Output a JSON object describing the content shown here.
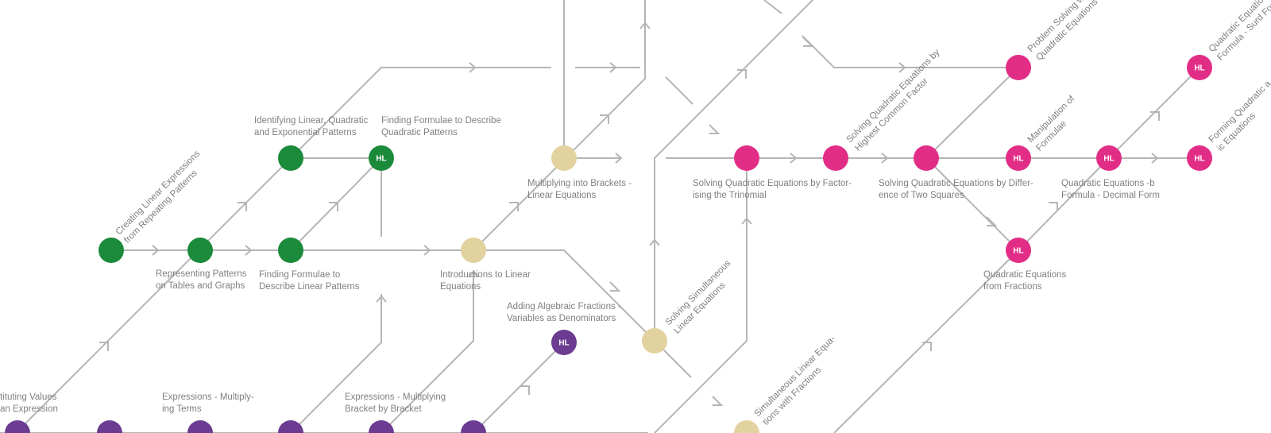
{
  "colors": {
    "green": "#1b8a3a",
    "purple": "#6b3c92",
    "tan": "#e2d29f",
    "pink": "#e22d87",
    "line": "#b5b5b5",
    "label": "#808080"
  },
  "badge_text": "HL",
  "nodes": [
    {
      "id": "g1",
      "color": "green",
      "hl": false
    },
    {
      "id": "g2",
      "color": "green",
      "hl": false
    },
    {
      "id": "g3",
      "color": "green",
      "hl": false
    },
    {
      "id": "g4",
      "color": "green",
      "hl": false
    },
    {
      "id": "g5",
      "color": "green",
      "hl": true
    },
    {
      "id": "t1",
      "color": "tan",
      "hl": false
    },
    {
      "id": "t2",
      "color": "tan",
      "hl": false
    },
    {
      "id": "t3",
      "color": "tan",
      "hl": false
    },
    {
      "id": "t4",
      "color": "tan",
      "hl": false
    },
    {
      "id": "p1",
      "color": "purple",
      "hl": false
    },
    {
      "id": "p2",
      "color": "purple",
      "hl": false
    },
    {
      "id": "p3",
      "color": "purple",
      "hl": false
    },
    {
      "id": "p4",
      "color": "purple",
      "hl": false
    },
    {
      "id": "p5",
      "color": "purple",
      "hl": false
    },
    {
      "id": "p6",
      "color": "purple",
      "hl": false
    },
    {
      "id": "p7",
      "color": "purple",
      "hl": true
    },
    {
      "id": "k1",
      "color": "pink",
      "hl": false
    },
    {
      "id": "k2",
      "color": "pink",
      "hl": false
    },
    {
      "id": "k3",
      "color": "pink",
      "hl": false
    },
    {
      "id": "k4",
      "color": "pink",
      "hl": false
    },
    {
      "id": "k5",
      "color": "pink",
      "hl": true
    },
    {
      "id": "k6",
      "color": "pink",
      "hl": true
    },
    {
      "id": "k7",
      "color": "pink",
      "hl": true
    },
    {
      "id": "k8",
      "color": "pink",
      "hl": true
    },
    {
      "id": "k9",
      "color": "pink",
      "hl": true
    }
  ],
  "labels": [
    {
      "id": "creating-linear",
      "lines": [
        "Creating Linear Expressions",
        "from Repeating Patterns"
      ]
    },
    {
      "id": "identifying-patterns",
      "lines": [
        "Identifying Linear, Quadratic",
        "and Exponential Patterns"
      ]
    },
    {
      "id": "finding-quadratic",
      "lines": [
        "Finding Formulae to Describe",
        "Quadratic Patterns"
      ]
    },
    {
      "id": "representing-patterns",
      "lines": [
        "Representing Patterns",
        "on Tables and Graphs"
      ]
    },
    {
      "id": "finding-linear",
      "lines": [
        "Finding Formulae to",
        "Describe Linear Patterns"
      ]
    },
    {
      "id": "multiplying-brackets",
      "lines": [
        "Multiplying into Brackets -",
        "Linear Equations"
      ]
    },
    {
      "id": "intro-linear",
      "lines": [
        "Introductions to Linear",
        "Equations"
      ]
    },
    {
      "id": "adding-fractions",
      "lines": [
        "Adding Algebraic Fractions -",
        "Variables as Denominators"
      ]
    },
    {
      "id": "solving-simultaneous",
      "lines": [
        "Solving Simultaneous",
        "Linear Equations"
      ]
    },
    {
      "id": "simultaneous-fractions",
      "lines": [
        "Simultaneous Linear Equa-",
        "tions with Fractions"
      ]
    },
    {
      "id": "substituting-values",
      "lines": [
        "tituting Values",
        "an Expression"
      ]
    },
    {
      "id": "multiplying-terms",
      "lines": [
        "Expressions - Multiply-",
        "ing Terms"
      ]
    },
    {
      "id": "bracket-by-bracket",
      "lines": [
        "Expressions - Multiplying",
        "Bracket by Bracket"
      ]
    },
    {
      "id": "factorising-trinomial",
      "lines": [
        "Solving Quadratic Equations by Factor-",
        "ising the Trinomial"
      ]
    },
    {
      "id": "highest-common-factor",
      "lines": [
        "Solving Quadratic Equations by",
        "Highest Common Factor"
      ]
    },
    {
      "id": "difference-squares",
      "lines": [
        "Solving Quadratic Equations by Differ-",
        "ence of Two Squares"
      ]
    },
    {
      "id": "problem-solving",
      "lines": [
        "Problem Solving w",
        "Quadratic Equations"
      ]
    },
    {
      "id": "manipulation-formulae",
      "lines": [
        "Manipulation of",
        "Formulae"
      ]
    },
    {
      "id": "quadratic-fractions",
      "lines": [
        "Quadratic Equations",
        "from Fractions"
      ]
    },
    {
      "id": "b-formula-decimal",
      "lines": [
        "Quadratic Equations -b",
        "Formula - Decimal Form"
      ]
    },
    {
      "id": "surd-form",
      "lines": [
        "Quadratic Equatio",
        "Formula - Surd For"
      ]
    },
    {
      "id": "forming-quadratic",
      "lines": [
        "Forming Quadratic a",
        "ic Equations"
      ]
    }
  ]
}
